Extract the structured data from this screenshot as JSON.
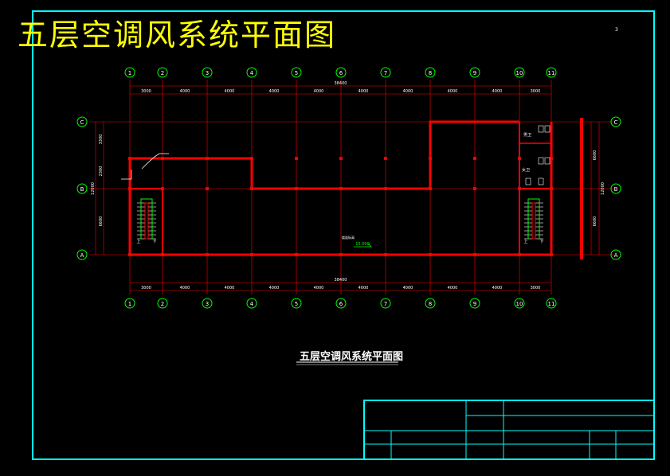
{
  "title": "五层空调风系统平面图",
  "subtitle": "五层空调风系统平面图",
  "corner_mark": "3",
  "axis_columns": [
    "1",
    "2",
    "3",
    "4",
    "5",
    "6",
    "7",
    "8",
    "9",
    "10",
    "11"
  ],
  "axis_rows": [
    "C",
    "B",
    "A"
  ],
  "span_dims": [
    "3000",
    "4000",
    "4000",
    "4000",
    "4000",
    "4000",
    "4000",
    "4000",
    "4000",
    "3000"
  ],
  "total_length": "38400",
  "row_dims_left": [
    "3300",
    "2300",
    "6600"
  ],
  "total_width": "12000",
  "row_dims_right": [
    "6600",
    "6600"
  ],
  "elevation_label": "15.000",
  "floor_label": "楼面标高",
  "room_labels": [
    "男卫",
    "女卫"
  ],
  "stair_labels": [
    "上",
    "下"
  ],
  "colors": {
    "background": "#000000",
    "frame": "#00ffff",
    "wall": "#ff0000",
    "axis": "#00ff00",
    "text": "#ffffff",
    "title": "#ffff00"
  }
}
